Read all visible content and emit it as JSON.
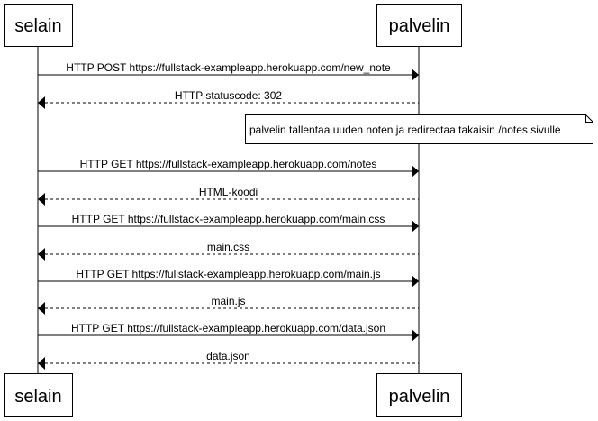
{
  "participants": {
    "left": "selain",
    "right": "palvelin"
  },
  "messages": [
    {
      "text": "HTTP POST https://fullstack-exampleapp.herokuapp.com/new_note",
      "direction": "request"
    },
    {
      "text": "HTTP statuscode: 302",
      "direction": "response"
    },
    {
      "text": "HTTP GET https://fullstack-exampleapp.herokuapp.com/notes",
      "direction": "request"
    },
    {
      "text": "HTML-koodi",
      "direction": "response"
    },
    {
      "text": "HTTP GET https://fullstack-exampleapp.herokuapp.com/main.css",
      "direction": "request"
    },
    {
      "text": "main.css",
      "direction": "response"
    },
    {
      "text": "HTTP GET https://fullstack-exampleapp.herokuapp.com/main.js",
      "direction": "request"
    },
    {
      "text": "main.js",
      "direction": "response"
    },
    {
      "text": "HTTP GET https://fullstack-exampleapp.herokuapp.com/data.json",
      "direction": "request"
    },
    {
      "text": "data.json",
      "direction": "response"
    }
  ],
  "note": {
    "text": "palvelin tallentaa uuden noten ja redirectaa takaisin /notes sivulle"
  }
}
